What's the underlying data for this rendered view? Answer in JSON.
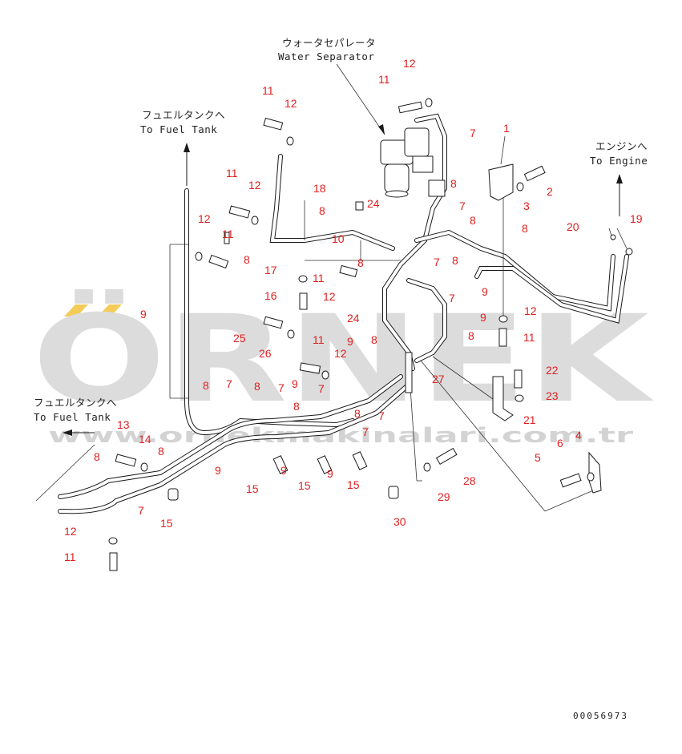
{
  "watermark": {
    "brand": "ÖRNEK",
    "url": "www.ornekmakinalari.com.tr"
  },
  "notes": {
    "water_separator_jp": "ウォータセパレータ",
    "water_separator_en": "Water Separator",
    "fuel_tank_top_jp": "フュエルタンクへ",
    "fuel_tank_top_en": "To Fuel Tank",
    "fuel_tank_left_jp": "フュエルタンクへ",
    "fuel_tank_left_en": "To Fuel Tank",
    "engine_jp": "エンジンへ",
    "engine_en": "To Engine"
  },
  "drawing_number": "00056973",
  "part_labels": [
    "1",
    "2",
    "3",
    "4",
    "5",
    "6",
    "7",
    "7",
    "7",
    "7",
    "7",
    "7",
    "7",
    "7",
    "7",
    "7",
    "8",
    "8",
    "8",
    "8",
    "8",
    "8",
    "8",
    "8",
    "8",
    "8",
    "8",
    "8",
    "8",
    "8",
    "8",
    "8",
    "9",
    "9",
    "9",
    "9",
    "9",
    "9",
    "9",
    "9",
    "10",
    "11",
    "11",
    "11",
    "11",
    "11",
    "11",
    "11",
    "11",
    "11",
    "12",
    "12",
    "12",
    "12",
    "12",
    "12",
    "12",
    "12",
    "13",
    "14",
    "15",
    "15",
    "15",
    "15",
    "15",
    "16",
    "17",
    "18",
    "19",
    "20",
    "21",
    "22",
    "23",
    "24",
    "24",
    "25",
    "26",
    "27",
    "28",
    "29",
    "30"
  ]
}
